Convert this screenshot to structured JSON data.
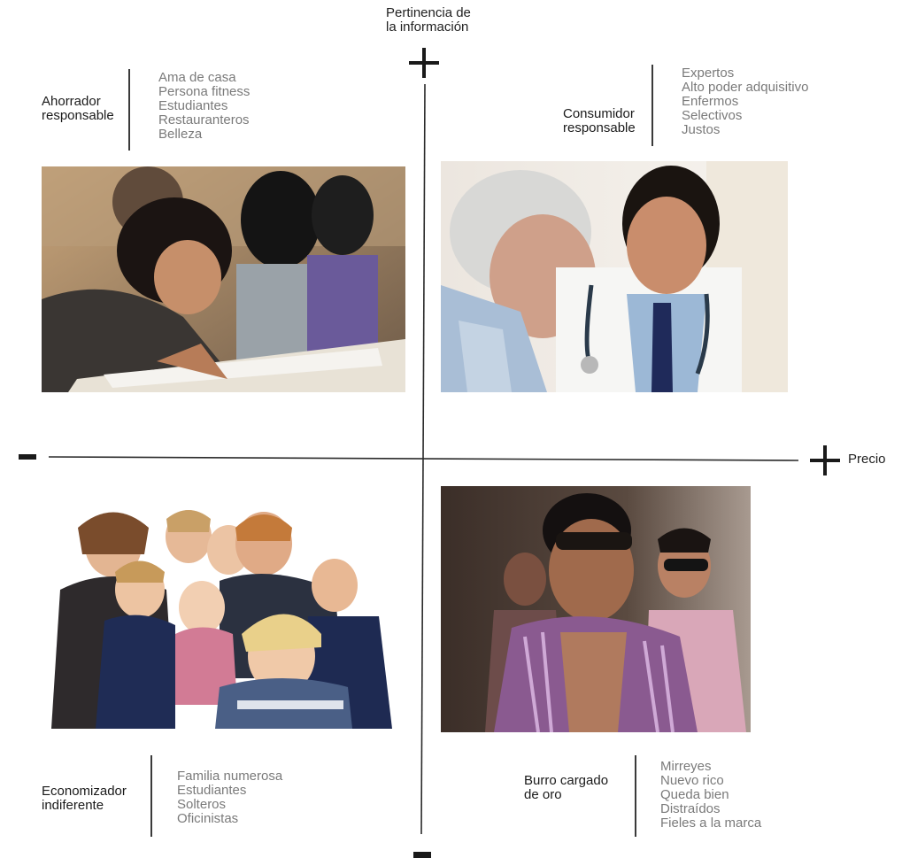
{
  "axes": {
    "y_title_line1": "Pertinencia de",
    "y_title_line2": "la información",
    "x_title": "Precio",
    "plus_sign": "+",
    "minus_sign": "−"
  },
  "quadrants": {
    "top_left": {
      "title_line1": "Ahorrador",
      "title_line2": "responsable",
      "items": [
        "Ama de casa",
        "Persona fitness",
        "Estudiantes",
        "Restauranteros",
        "Belleza"
      ],
      "photo_icon": "students-photo"
    },
    "top_right": {
      "title_line1": "Consumidor",
      "title_line2": "responsable",
      "items": [
        "Expertos",
        "Alto poder adquisitivo",
        "Enfermos",
        "Selectivos",
        "Justos"
      ],
      "photo_icon": "doctor-patient-photo"
    },
    "bottom_left": {
      "title_line1": "Economizador",
      "title_line2": "indiferente",
      "items": [
        "Familia numerosa",
        "Estudiantes",
        "Solteros",
        "Oficinistas"
      ],
      "photo_icon": "large-family-photo"
    },
    "bottom_right": {
      "title_line1": "Burro cargado",
      "title_line2": "de oro",
      "items": [
        "Mirreyes",
        "Nuevo rico",
        "Queda bien",
        "Distraídos",
        "Fieles a la marca"
      ],
      "photo_icon": "men-sunglasses-photo"
    }
  }
}
